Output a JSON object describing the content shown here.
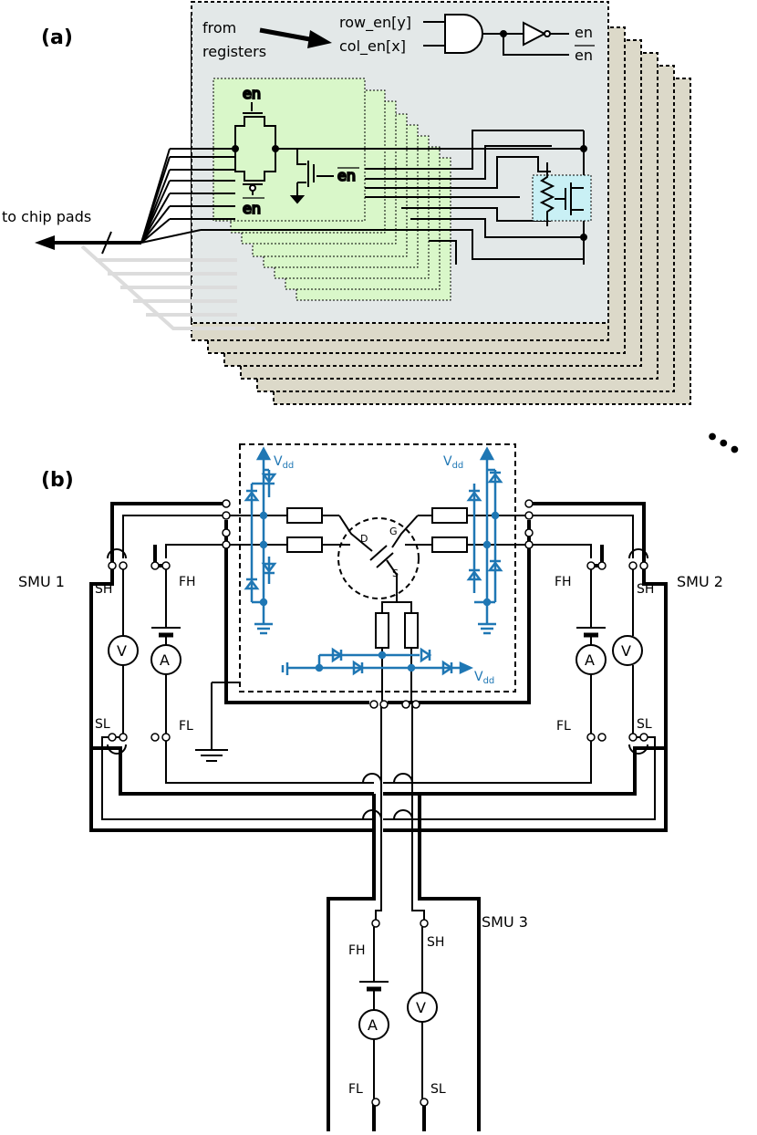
{
  "panels": {
    "a": "(a)",
    "b": "(b)"
  },
  "panel_a": {
    "from_registers_line1": "from",
    "from_registers_line2": "registers",
    "row_enable": "row_en[y]",
    "col_enable": "col_en[x]",
    "en_out": "en",
    "en_bar_out": "en",
    "pmos_gate": "en",
    "nmos_gate": "en",
    "pulldown_gate": "en",
    "to_chip_pads": "to chip pads",
    "ellipsis": "•••"
  },
  "panel_b": {
    "vdd_left": "V",
    "vdd_left_sub": "dd",
    "vdd_right": "V",
    "vdd_right_sub": "dd",
    "vdd_bottom": "V",
    "vdd_bottom_sub": "dd",
    "drain": "D",
    "gate": "G",
    "source": "S",
    "smu1": {
      "label": "SMU 1",
      "sh": "SH",
      "fh": "FH",
      "sl": "SL",
      "fl": "FL",
      "voltmeter": "V",
      "ammeter": "A"
    },
    "smu2": {
      "label": "SMU 2",
      "sh": "SH",
      "fh": "FH",
      "sl": "SL",
      "fl": "FL",
      "voltmeter": "V",
      "ammeter": "A"
    },
    "smu3": {
      "label": "SMU 3",
      "sh": "SH",
      "fh": "FH",
      "sl": "SL",
      "fl": "FL",
      "voltmeter": "V",
      "ammeter": "A"
    }
  },
  "colors": {
    "esd_blue": "#1f77b4",
    "array_gray": "#e3e8e8",
    "stack_tan": "#dcd9c9",
    "cell_green": "#d9f7c9",
    "dut_cyan": "#c9f0f5"
  }
}
